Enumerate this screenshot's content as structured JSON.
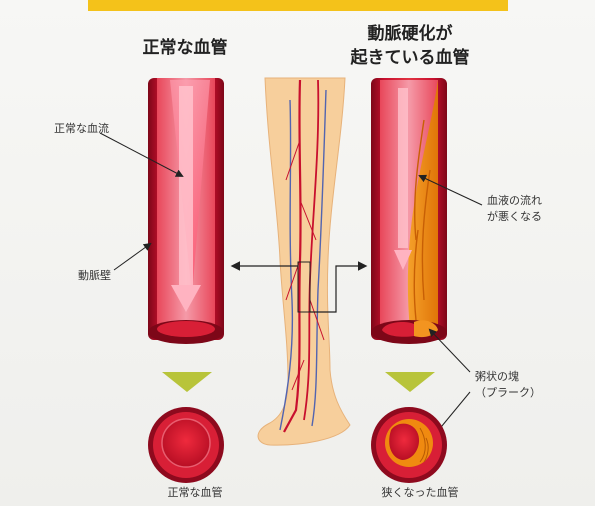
{
  "titles": {
    "normal_vessel": "正常な血管",
    "sclerosis_line1": "動脈硬化が",
    "sclerosis_line2": "起きている血管"
  },
  "labels": {
    "normal_flow": "正常な血流",
    "artery_wall": "動脈壁",
    "blood_flow_worse_line1": "血液の流れ",
    "blood_flow_worse_line2": "が悪くなる",
    "plaque_line1": "粥状の塊",
    "plaque_line2": "（プラーク）"
  },
  "captions": {
    "normal": "正常な血管",
    "narrowed": "狭くなった血管"
  },
  "colors": {
    "vessel_red": "#c8102e",
    "vessel_dark": "#8e0a1e",
    "plaque_orange": "#f08a10",
    "down_arrow_green": "#b8c43a",
    "leg_skin": "#f7cf9c",
    "top_band": "#f4c21a"
  },
  "icons": [
    "down-triangle-icon",
    "arrow-icon",
    "leg-illustration"
  ]
}
